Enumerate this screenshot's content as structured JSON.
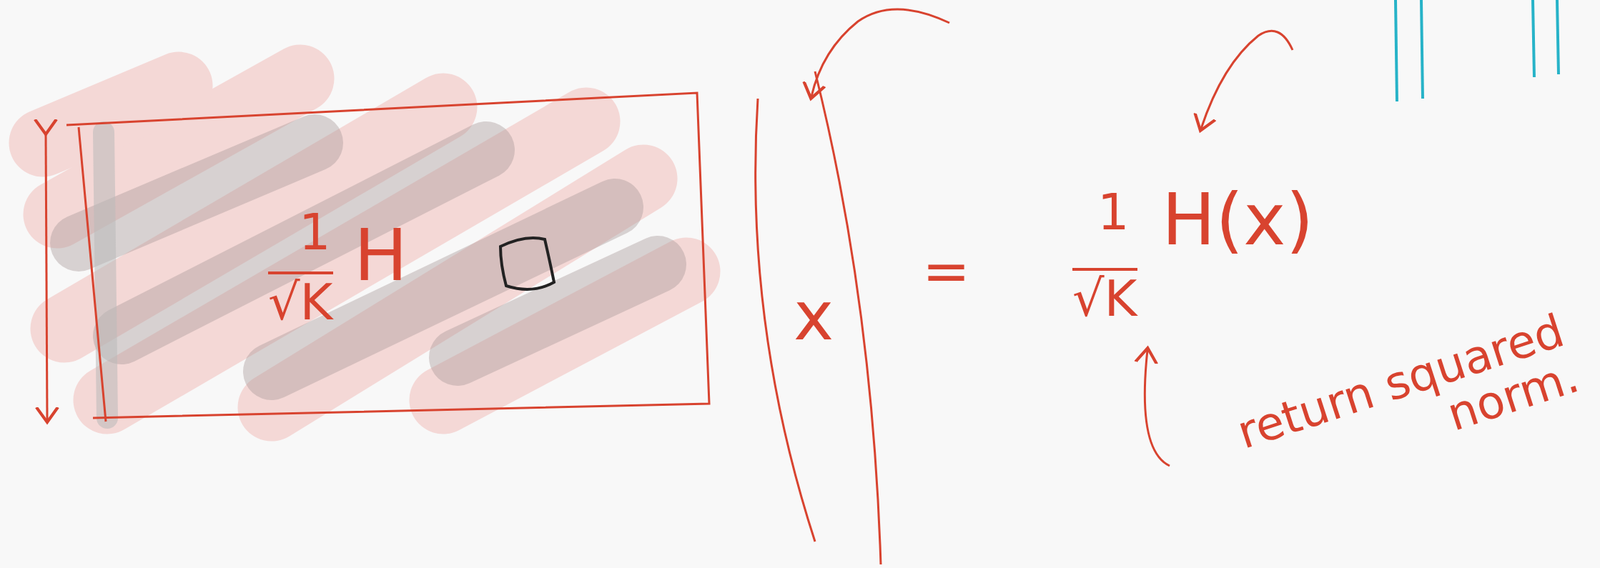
{
  "diagram": {
    "nodes": [
      {
        "text": [
          "1",
          "√K",
          "H"
        ]
      },
      {
        "text": [
          "x"
        ]
      }
    ],
    "labels": [
      "=",
      "1",
      "√K",
      "H(x)",
      "return squared norm."
    ]
  }
}
